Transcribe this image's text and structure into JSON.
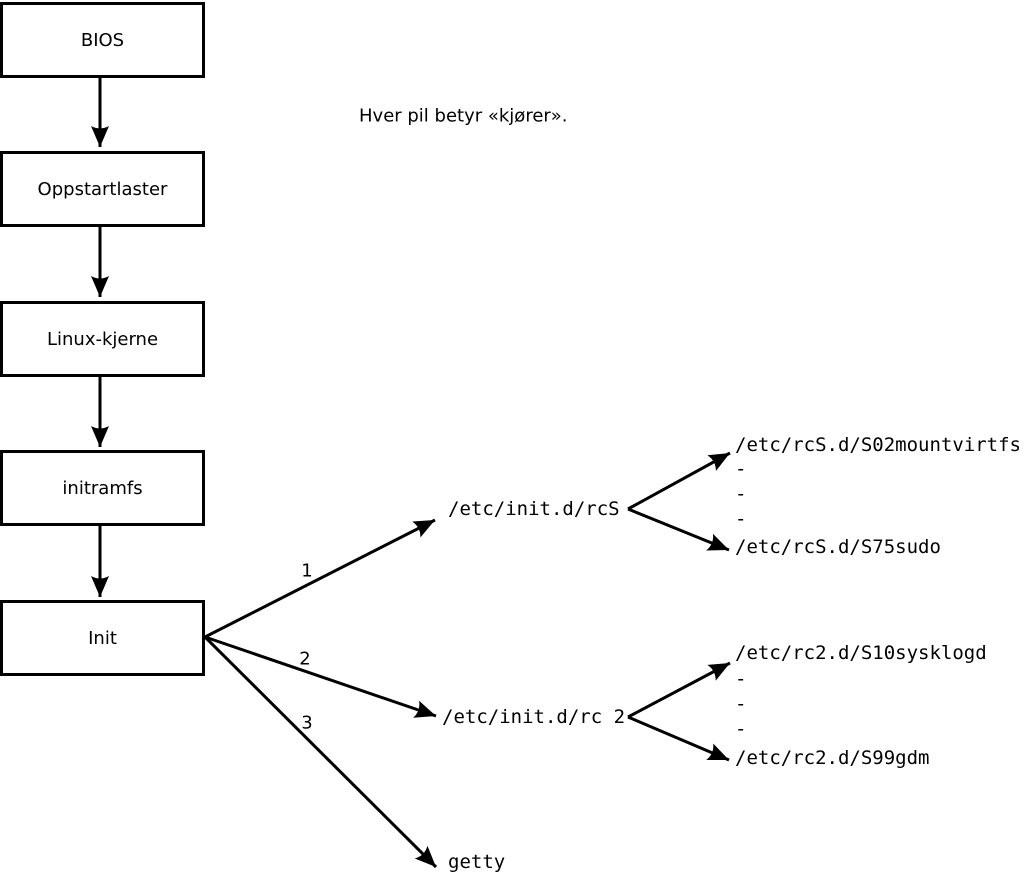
{
  "diagram": {
    "note": "Hver pil betyr «kjører».",
    "boot_chain": [
      {
        "label": "BIOS"
      },
      {
        "label": "Oppstartlaster"
      },
      {
        "label": "Linux-kjerne"
      },
      {
        "label": "initramfs"
      },
      {
        "label": "Init"
      }
    ],
    "branches": [
      {
        "number": "1",
        "target": "/etc/init.d/rcS",
        "children": [
          "/etc/rcS.d/S02mountvirtfs",
          "-",
          "-",
          "-",
          "/etc/rcS.d/S75sudo"
        ]
      },
      {
        "number": "2",
        "target": "/etc/init.d/rc 2",
        "children": [
          "/etc/rc2.d/S10sysklogd",
          "-",
          "-",
          "-",
          "/etc/rc2.d/S99gdm"
        ]
      },
      {
        "number": "3",
        "target": "getty",
        "children": []
      }
    ],
    "colors": {
      "line": "#000000",
      "background": "#ffffff",
      "box_fill": "#ffffff"
    }
  }
}
